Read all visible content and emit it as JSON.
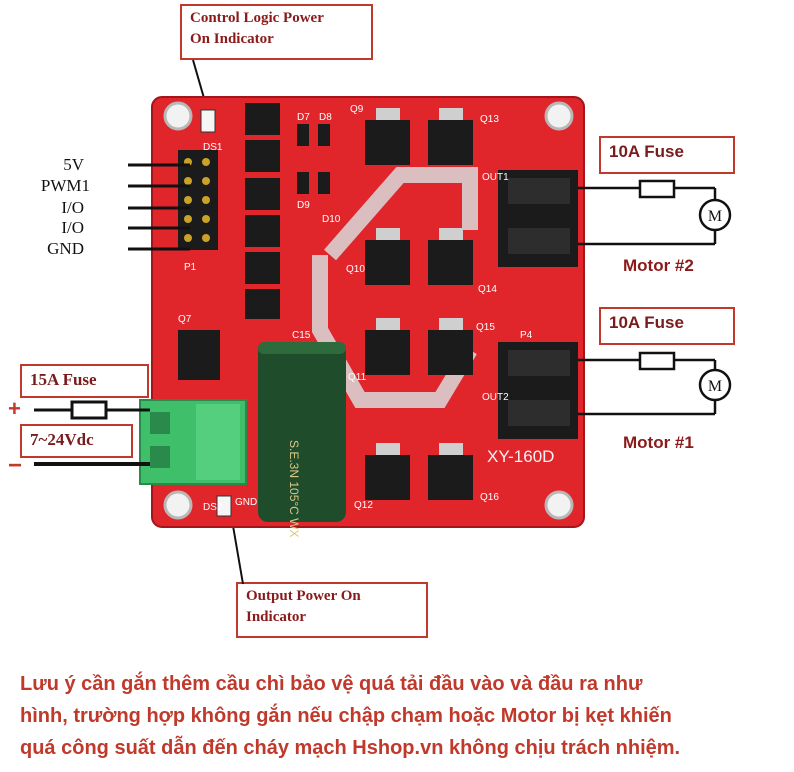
{
  "callouts": {
    "control_logic": [
      "Control Logic Power",
      "On Indicator"
    ],
    "output_power": [
      "Output  Power On",
      "Indicator"
    ]
  },
  "input_pins": [
    "5V",
    "PWM1",
    "I/O",
    "I/O",
    "GND"
  ],
  "power_input": {
    "fuse_label": "15A Fuse",
    "voltage_label": "7~24Vdc",
    "plus": "+",
    "minus": "−"
  },
  "outputs": [
    {
      "fuse_label": "10A Fuse",
      "motor_label": "Motor #2",
      "motor_symbol": "M"
    },
    {
      "fuse_label": "10A Fuse",
      "motor_label": "Motor #1",
      "motor_symbol": "M"
    }
  ],
  "board": {
    "model": "XY-160D",
    "silk": [
      "DS1",
      "P1",
      "Q7",
      "C15",
      "Q9",
      "Q13",
      "Q10",
      "Q14",
      "Q11",
      "Q15",
      "Q12",
      "Q16",
      "D7",
      "D8",
      "D9",
      "D10",
      "P4",
      "DS2",
      "OUT1",
      "OUT2",
      "GND"
    ]
  },
  "capacitor": {
    "text": "S.E.3N  105°C  WX"
  },
  "note_lines": [
    "Lưu ý cần gắn thêm cầu chì bảo vệ quá tải đầu vào và đầu ra như",
    "hình, trường hợp không gắn nếu chập chạm hoặc Motor bị kẹt khiến",
    "quá công suất dẫn đến cháy mạch Hshop.vn không chịu trách nhiệm."
  ],
  "colors": {
    "board": "#e0252b",
    "callout_border": "#c0392b",
    "note_text": "#c0392b",
    "terminal_green": "#3fbf6a"
  }
}
